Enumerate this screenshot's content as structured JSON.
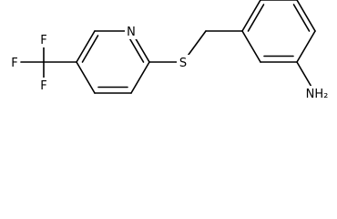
{
  "molecule": {
    "atoms": {
      "ring_nitrogen": "N",
      "sulfur": "S",
      "amine": "NH₂",
      "fluorine_top": "F",
      "fluorine_left": "F",
      "fluorine_bottom": "F"
    }
  }
}
